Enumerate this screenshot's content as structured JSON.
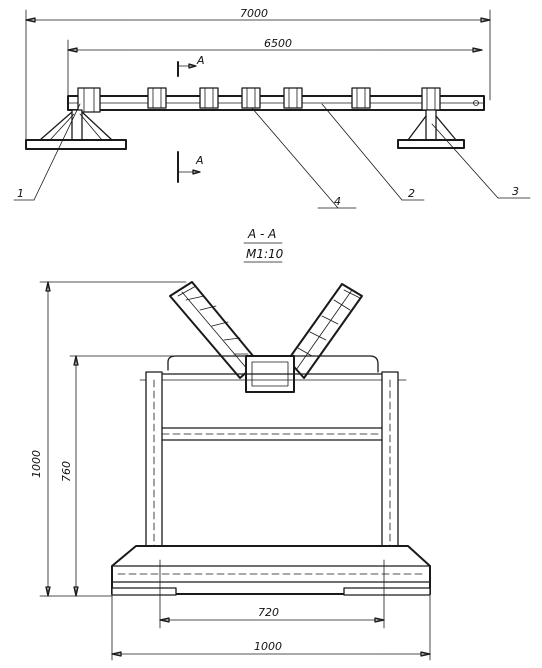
{
  "dimensions": {
    "total_length": "7000",
    "support_span": "6500",
    "height_overall": "1000",
    "height_frame": "760",
    "inner_width": "720",
    "base_width": "1000"
  },
  "section_marks": {
    "top": "A",
    "bottom": "A"
  },
  "callouts": {
    "item1": "1",
    "item2": "2",
    "item3": "3",
    "item4": "4"
  },
  "section_title": {
    "name": "A - A",
    "scale": "M1:10"
  }
}
